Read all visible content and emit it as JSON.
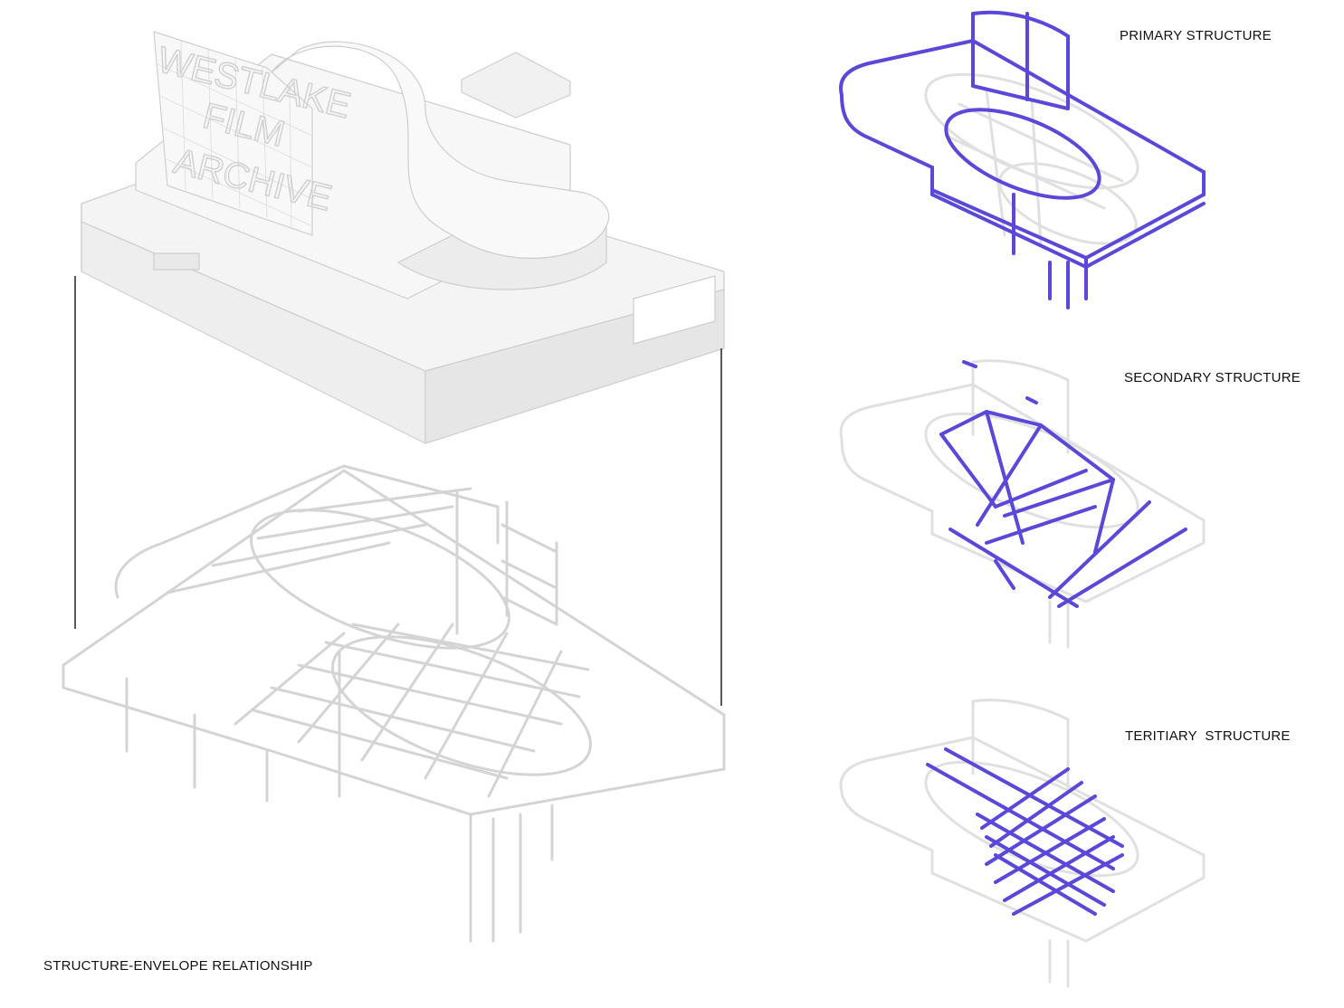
{
  "labels": {
    "primary": "PRIMARY STRUCTURE",
    "secondary": "SECONDARY STRUCTURE",
    "tertiary": "TERITIARY  STRUCTURE",
    "main": "STRUCTURE-ENVELOPE RELATIONSHIP"
  },
  "sign": {
    "line1": "WESTLAKE",
    "line2": "FILM",
    "line3": "ARCHIVE"
  },
  "colors": {
    "highlight": "#5a48d8",
    "ghost": "#d9d9d9",
    "envelope_fill": "#f2f2f2",
    "envelope_stroke": "#cdcdcd",
    "guide_line": "#222222"
  }
}
